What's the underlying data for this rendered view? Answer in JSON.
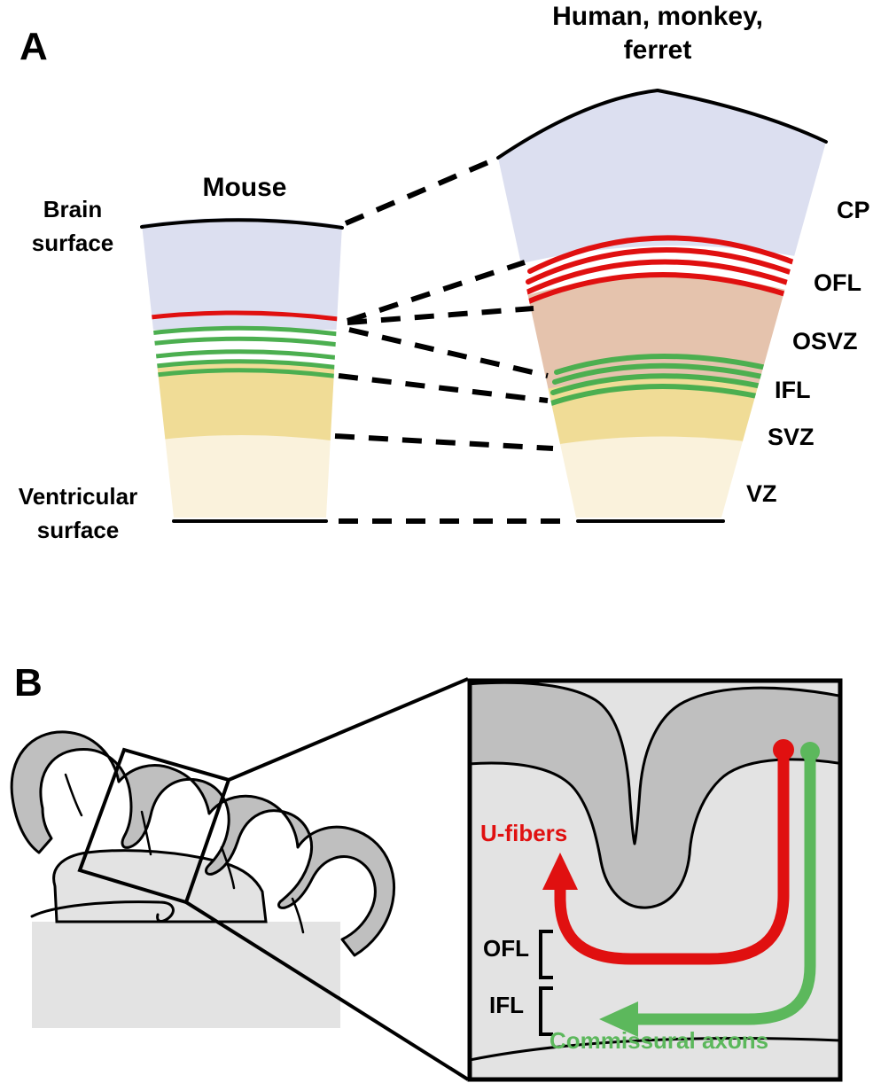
{
  "figure": {
    "panels": [
      {
        "id": "A",
        "letter": "A"
      },
      {
        "id": "B",
        "letter": "B"
      }
    ]
  },
  "panel_a": {
    "letter": "A",
    "column_titles": {
      "mouse": "Mouse",
      "primate_line1": "Human, monkey,",
      "primate_line2": "ferret"
    },
    "surface_labels": {
      "top_line1": "Brain",
      "top_line2": "surface",
      "bottom_line1": "Ventricular",
      "bottom_line2": "surface"
    },
    "zone_labels": [
      {
        "key": "CP",
        "text": "CP"
      },
      {
        "key": "OFL",
        "text": "OFL"
      },
      {
        "key": "OSVZ",
        "text": "OSVZ"
      },
      {
        "key": "IFL",
        "text": "IFL"
      },
      {
        "key": "SVZ",
        "text": "SVZ"
      },
      {
        "key": "VZ",
        "text": "VZ"
      }
    ],
    "zone_colors": {
      "CP": "#dcdff0",
      "OSVZ": "#e5c3ad",
      "SVZ": "#f0dc96",
      "VZ": "#faf2dc",
      "OFL_fibers": "#e01010",
      "IFL_fibers": "#4caf50",
      "outline": "#000000",
      "connector": "#000000"
    },
    "fiber_counts": {
      "mouse_red": 1,
      "mouse_green": 5,
      "primate_red": 4,
      "primate_green": 4
    }
  },
  "panel_b": {
    "letter": "B",
    "inset_labels": {
      "ufibers": "U-fibers",
      "ofl": "OFL",
      "ifl": "IFL",
      "commissural": "Commissural axons"
    },
    "colors": {
      "gray_matter": "#bfbfbf",
      "white_matter": "#e3e3e3",
      "outline": "#000000",
      "ufiber_red": "#e01010",
      "commissural_green": "#5cb85c"
    }
  }
}
